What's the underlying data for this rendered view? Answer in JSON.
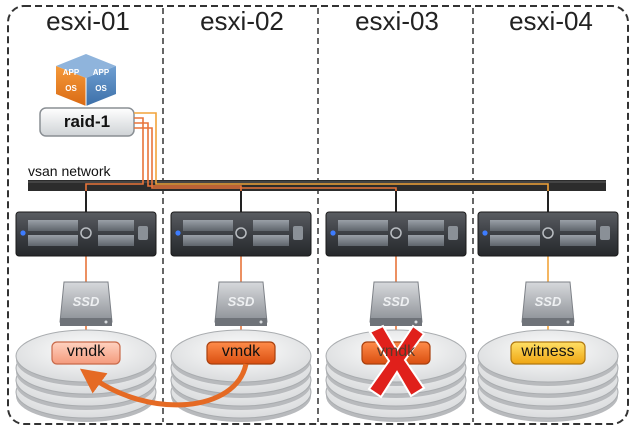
{
  "hosts": [
    "esxi-01",
    "esxi-02",
    "esxi-03",
    "esxi-04"
  ],
  "network_label": "vsan network",
  "raid_label": "raid-1",
  "vm": {
    "app_text": "APP",
    "os_text": "OS"
  },
  "ssd_text": "SSD",
  "components": [
    {
      "host": "esxi-01",
      "label": "vmdk",
      "state": "rebuilding"
    },
    {
      "host": "esxi-02",
      "label": "vmdk",
      "state": "active"
    },
    {
      "host": "esxi-03",
      "label": "vmdk",
      "state": "failed"
    },
    {
      "host": "esxi-04",
      "label": "witness",
      "state": "witness"
    }
  ],
  "colors": {
    "rebuilt_fill": "#f9b39a",
    "active_fill": "#f0661e",
    "failed_fill": "#e9541c",
    "witness_fill": "#f7b81c",
    "data_path": "#e8743a",
    "witness_path": "#f2a33a",
    "network_bar": "#2c2c2c",
    "failure_mark": "#e0201b",
    "resync_arrow": "#e56a24"
  },
  "icons": [
    "virtual-machine-icon",
    "server-icon",
    "ssd-icon",
    "failure-x-icon",
    "resync-arrow-icon"
  ]
}
